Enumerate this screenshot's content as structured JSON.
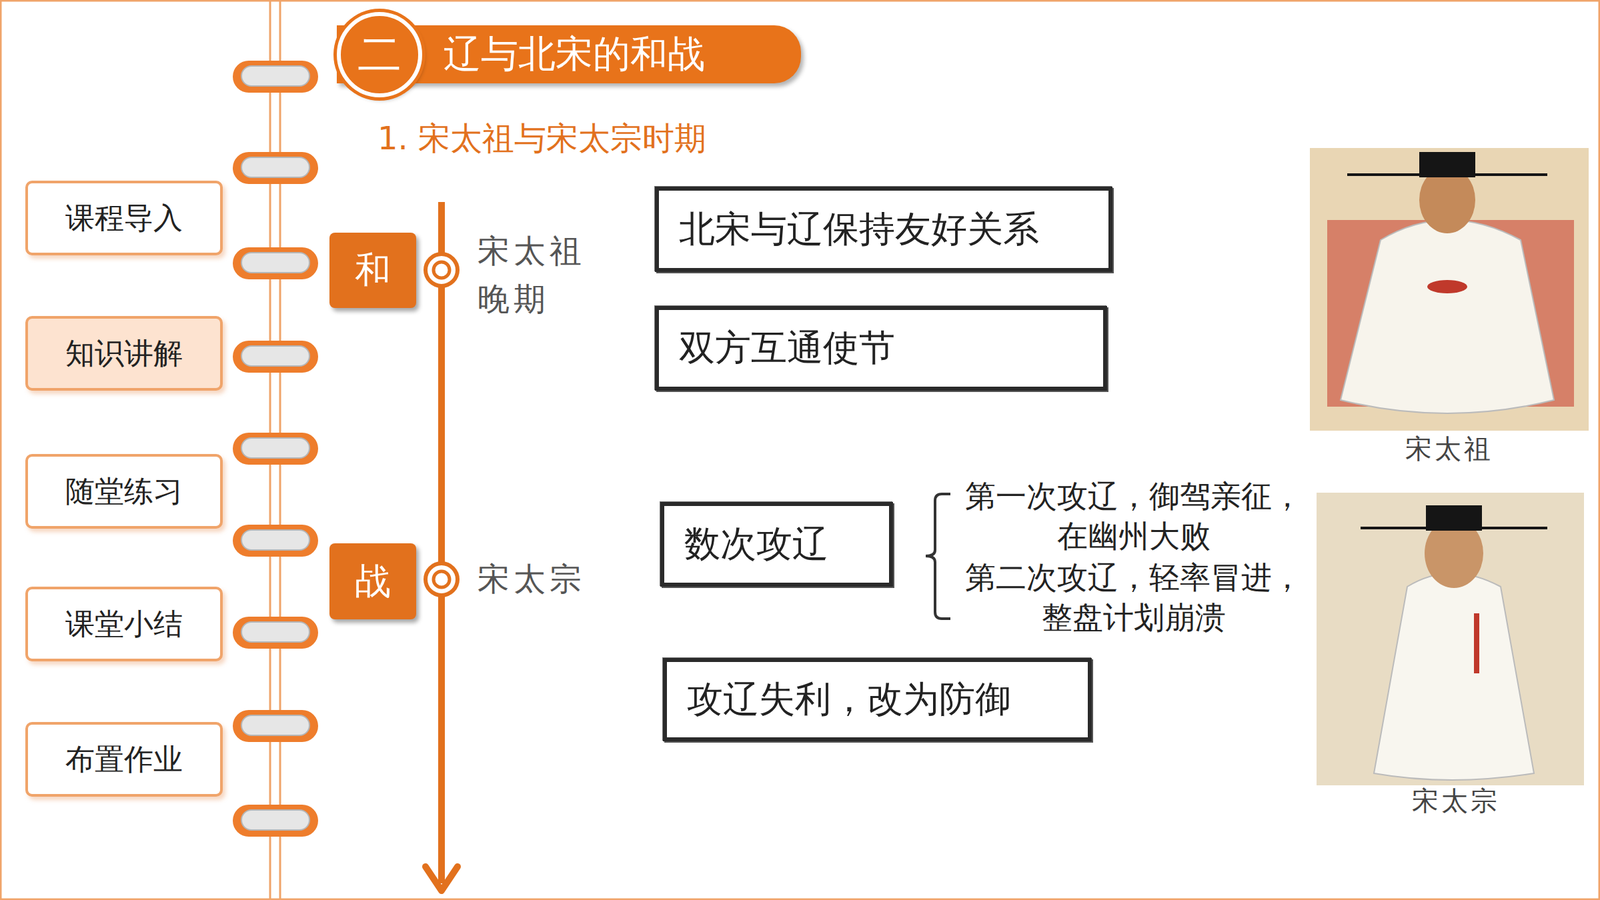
{
  "diagram": {
    "nodes": [
      {
        "text": [
          "辽与北宋的和战"
        ]
      },
      {
        "text": [
          "二"
        ],
        "in": 0
      },
      {
        "text": [
          "课程导入"
        ]
      },
      {
        "text": [
          "知识讲解"
        ]
      },
      {
        "text": [
          "随堂练习"
        ]
      },
      {
        "text": [
          "课堂小结"
        ]
      },
      {
        "text": [
          "布置作业"
        ]
      },
      {
        "text": [
          "和"
        ]
      },
      {
        "text": [
          "北宋与辽保持友好关系"
        ]
      },
      {
        "text": [
          "双方互通使节"
        ]
      },
      {
        "text": [
          "战"
        ]
      },
      {
        "text": [
          "数次攻辽"
        ]
      },
      {
        "text": [
          "攻辽失利，改为防御"
        ]
      }
    ],
    "labels": [
      "1. 宋太祖与宋太宗时期",
      "宋太祖 晚期",
      "宋太宗",
      "第一次攻辽，御驾亲征，在幽州大败",
      "第二次攻辽，轻率冒进，整盘计划崩溃",
      "宋太祖",
      "宋太宗"
    ]
  }
}
